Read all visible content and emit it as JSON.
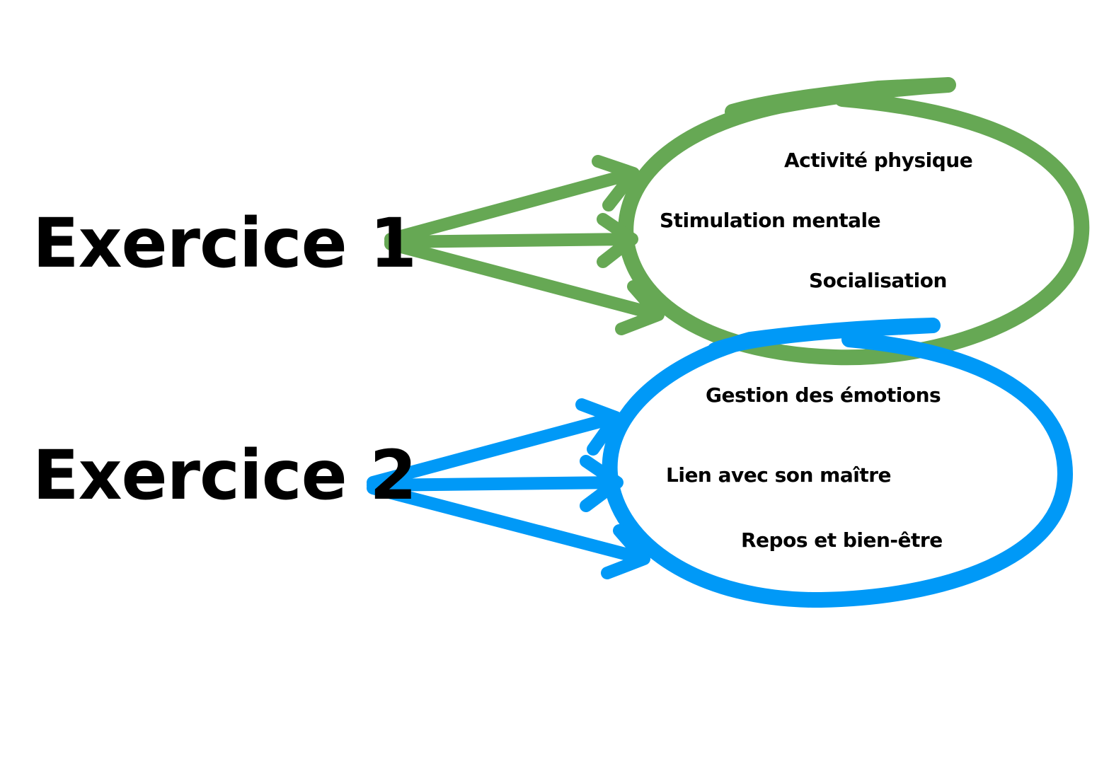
{
  "colors": {
    "group1": "#66a854",
    "group2": "#0099f7"
  },
  "groups": [
    {
      "title": "Exercice 1",
      "items": [
        "Activité physique",
        "Stimulation mentale",
        "Socialisation"
      ]
    },
    {
      "title": "Exercice 2",
      "items": [
        "Gestion des émotions",
        "Lien avec son maître",
        "Repos et bien-être"
      ]
    }
  ]
}
